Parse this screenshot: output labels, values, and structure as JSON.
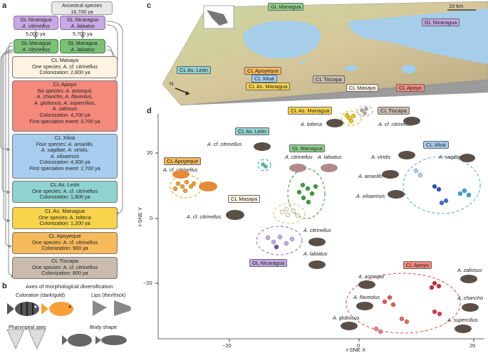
{
  "panels": {
    "a": "a",
    "b": "b",
    "c": "c",
    "d": "d"
  },
  "panel_a": {
    "ancestral": {
      "label": "Ancestral species",
      "age": "16,700 ya"
    },
    "gl_nicaragua": {
      "name": "GL Nicaragua",
      "species": "A. citrinellus"
    },
    "gl_nicaragua_lab": {
      "name": "GL Nicaragua",
      "species": "A. labiatus"
    },
    "age_left": "5,000 ya",
    "age_right": "5,700 ya",
    "gl_managua": {
      "name": "GL Managua",
      "species": "A. citrinellus"
    },
    "gl_managua_lab": {
      "name": "GL Managua",
      "species": "A. labiatus"
    },
    "lakes": [
      {
        "name": "CL Masaya",
        "lines": [
          "One species: A. cf. citrinellus",
          "Colonization: 2,800 ya"
        ],
        "color": "#fdf3e0"
      },
      {
        "name": "CL Apoyo",
        "lines": [
          "Six species: A. astorquii,",
          "A. chancho, A. flaveolus,",
          "A. globosus, A. supercilius,",
          "A. zaliosus",
          "Colonization: 4,700 ya",
          "First speciation event: 3,700 ya"
        ],
        "color": "#f4897c"
      },
      {
        "name": "CL Xiloá",
        "lines": [
          "Four species: A. amarillo,",
          "A. sagittae, A. viridis,",
          "A. xiloaensis",
          "Colonization: 4,300 ya",
          "First speciation event: 2,700 ya"
        ],
        "color": "#a7cdef"
      },
      {
        "name": "CL As. León",
        "lines": [
          "One species: A. cf. citrinellus",
          "Colonization: 1,800 ya"
        ],
        "color": "#8fd3d0"
      },
      {
        "name": "CL As. Managua",
        "lines": [
          "One species: A. tolteca",
          "Colonization: 1,200 ya"
        ],
        "color": "#f8d44c"
      },
      {
        "name": "CL Apoyeque",
        "lines": [
          "One species: A. cf. citrinellus",
          "Colonization: 900 ya"
        ],
        "color": "#f6b95b"
      },
      {
        "name": "CL Tiscapa",
        "lines": [
          "One species: A. cf. citrinellus",
          "Colonization: 800 ya"
        ],
        "color": "#c9bcaf"
      }
    ]
  },
  "panel_b": {
    "title": "Axes of morphological diversification",
    "coloration": "Coloration (dark/gold)",
    "lips": "Lips (thin/thick)",
    "jaws": "Pharyngeal jaws",
    "body": "Body shape"
  },
  "panel_c": {
    "scale": "10 km",
    "north": "N",
    "labels": [
      "GL Managua",
      "GL Nicaragua",
      "CL As. León",
      "CL Apoyeque",
      "CL Xiloá",
      "CL As. Managua",
      "CL Tiscapa",
      "CL Masaya",
      "CL Apoyo"
    ]
  },
  "panel_d": {
    "xlabel": "t-SNE X",
    "ylabel": "t-SNE Y",
    "xticks": [
      "−20",
      "0",
      "20"
    ],
    "yticks": [
      "20",
      "0",
      "−20"
    ],
    "groups": [
      {
        "name": "CL As. Managua",
        "color": "#f8d44c"
      },
      {
        "name": "CL Tiscapa",
        "color": "#c9bcaf"
      },
      {
        "name": "CL As. León",
        "color": "#8fd3d0"
      },
      {
        "name": "CL Apoyeque",
        "color": "#f6b95b"
      },
      {
        "name": "GL Managua",
        "color": "#8fd18c"
      },
      {
        "name": "CL Xiloá",
        "color": "#a7cdef"
      },
      {
        "name": "CL Masaya",
        "color": "#fdf3e0"
      },
      {
        "name": "GL Nicaragua",
        "color": "#c4a9e3"
      },
      {
        "name": "CL Apoyo",
        "color": "#f4897c"
      }
    ],
    "species": [
      "A. tolteca",
      "A. cf. citrinellus",
      "A. cf. citrinellus",
      "A. cf. citrinellus",
      "A. citrinellus",
      "A. labiatus",
      "A. viridis",
      "A. sagittae",
      "A. amarillo",
      "A. xiloaensis",
      "A. cf. citrinellus",
      "A. citrinellus",
      "A. labiatus",
      "A. astorquii",
      "A. zaliosus",
      "A. flaveolus",
      "A. chancho",
      "A. globosus",
      "A. supercilius"
    ]
  }
}
